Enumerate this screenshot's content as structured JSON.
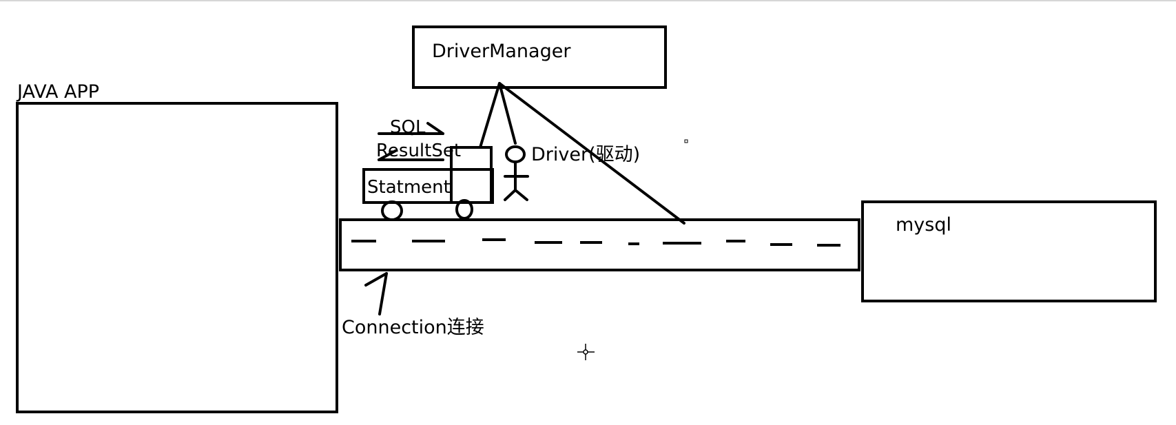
{
  "labels": {
    "java_app": "JAVA APP",
    "driver_manager": "DriverManager",
    "sql": "SQL",
    "result_set": "ResultSet",
    "statement": "Statment",
    "driver": "Driver(驱动)",
    "mysql": "mysql",
    "connection": "Connection连接"
  },
  "colors": {
    "stroke": "#000000",
    "background": "#ffffff",
    "top_rule": "#d6d6d6"
  }
}
